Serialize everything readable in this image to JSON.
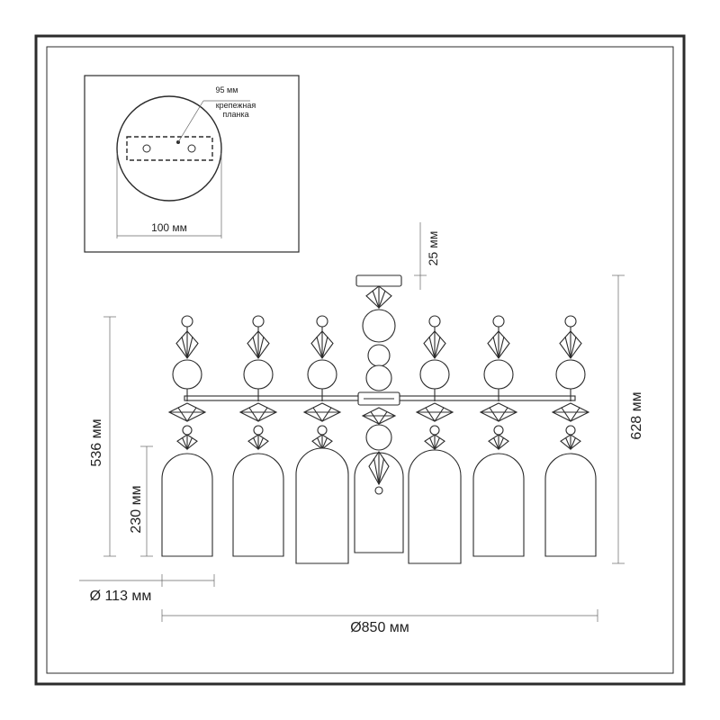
{
  "mount_plate": {
    "width_label": "95 мм",
    "bracket_label_line1": "крепежная",
    "bracket_label_line2": "планка",
    "diameter_label": "100 мм"
  },
  "dimensions": {
    "canopy_height": "25 мм",
    "total_height": "628 мм",
    "body_height": "536 мм",
    "shade_height": "230 мм",
    "shade_diameter": "Ø 113 мм",
    "overall_width": "Ø850 мм"
  },
  "colors": {
    "line": "#2b2b2b",
    "dim_line": "#666666",
    "glass": "#ffffff"
  }
}
